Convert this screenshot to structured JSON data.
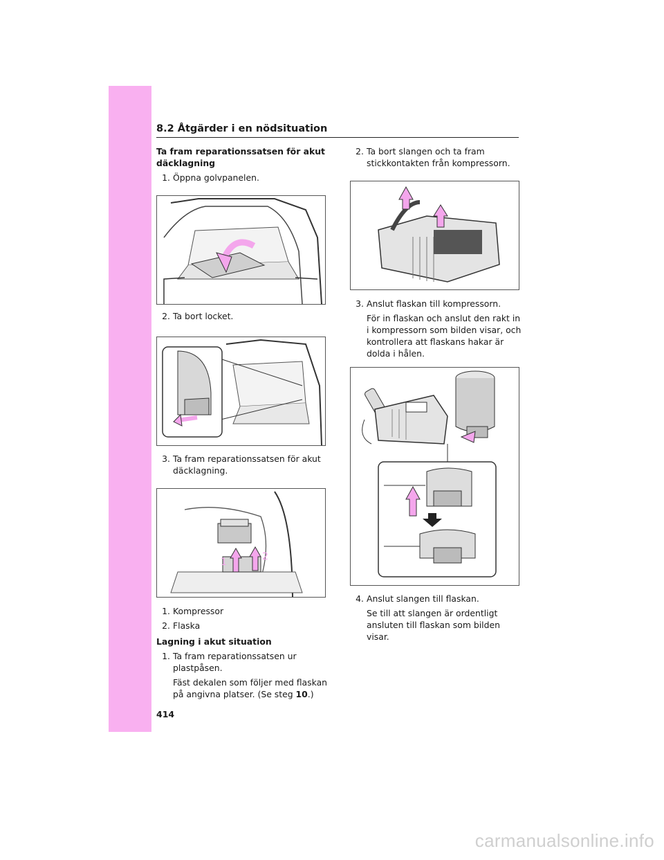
{
  "section_title": "8.2 Åtgärder i en nödsituation",
  "page_number": "414",
  "watermark": "carmanualsonline.info",
  "left": {
    "heading": "Ta fram reparationssatsen för akut däcklagning",
    "step1": {
      "num": "1.",
      "text": "Öppna golvpanelen."
    },
    "step2": {
      "num": "2.",
      "text": "Ta bort locket."
    },
    "step3": {
      "num": "3.",
      "text": "Ta fram reparationssatsen för akut däcklagning."
    },
    "legend": [
      {
        "num": "1.",
        "text": "Kompressor"
      },
      {
        "num": "2.",
        "text": "Flaska"
      }
    ],
    "fig3_labels": {
      "one": "1",
      "two": "2"
    },
    "heading2": "Lagning i akut situation",
    "step4": {
      "num": "1.",
      "text": "Ta fram reparationssatsen ur plastpåsen."
    },
    "step4_note_pre": "Fäst dekalen som följer med flaskan på angivna platser. (Se steg ",
    "step4_note_ref": "10",
    "step4_note_post": ".)"
  },
  "right": {
    "step1": {
      "num": "2.",
      "text": "Ta bort slangen och ta fram stickkontakten från kompressorn."
    },
    "step2": {
      "num": "3.",
      "text": "Anslut flaskan till kompressorn."
    },
    "step2_note": "För in flaskan och anslut den rakt in i kompressorn som bilden visar, och kontrollera att flaskans hakar är dolda i hålen.",
    "step3": {
      "num": "4.",
      "text": "Anslut slangen till flaskan."
    },
    "step3_note": "Se till att slangen är ordentligt ansluten till flaskan som bilden visar."
  },
  "colors": {
    "tab": "#f9b0f0",
    "arrow": "#f4a6ec"
  }
}
